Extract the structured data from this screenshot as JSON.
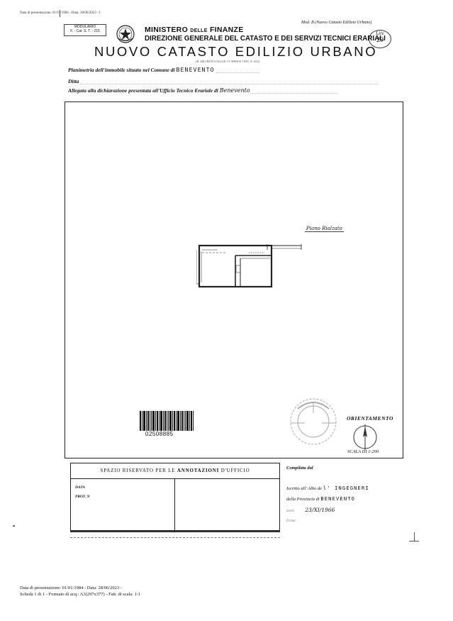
{
  "header": {
    "top_note": "Data di presentazione: 01/01/1984 - Data: 28/06/2023 - I",
    "modulario_line1": "MODULARIO",
    "modulario_line2": "F. - Cat. S. T. - 215",
    "ministry_a": "MINISTERO",
    "ministry_b": "DELLE",
    "ministry_c": "FINANZE",
    "direction": "DIREZIONE GENERALE DEL CATASTO E DEI SERVIZI TECNICI ERARIALI",
    "model_ref": "Mod. B (Nuovo Catasto Edilizio Urbano)",
    "stamp_label": "Lire",
    "stamp_value": "20",
    "title": "NUOVO CATASTO EDILIZIO URBANO",
    "decree": "(R. DECRETO-LEGGE 13 APRILE 1939, N. 652)"
  },
  "form": {
    "planimetria_label": "Planimetria dell'immobile situato nel Comune di",
    "comune_value": "BENEVENTO",
    "ditta_label": "Ditta",
    "allegata_label": "Allegata alla dichiarazione presentata all'Ufficio Tecnico Erariale di",
    "ufficio_value": "Benevento"
  },
  "plan": {
    "floor_label": "Piano Rialzato"
  },
  "barcode": {
    "number": "02508885"
  },
  "orientation": {
    "label": "ORIENTAMENTO",
    "scale": "SCALA DI 1:200"
  },
  "annotations": {
    "heading_a": "SPAZIO RISERVATO PER LE",
    "heading_b": "ANNOTAZIONI",
    "heading_c": "D'UFFICIO",
    "data_label": "DATA",
    "prot_label": "PROT. N"
  },
  "compiler": {
    "compiled_label": "Compilata dal",
    "albo_label": "Iscritto all' Albo de",
    "albo_value": "l' INGEGNERI",
    "prov_label": "della Provincia di",
    "prov_value": "BENEVENTO",
    "data_label": "DATA",
    "data_value": "23/XI/1966",
    "firma_label": "Firma:"
  },
  "footer": {
    "line1": "Data di presentazione: 01/01/1984 - Data: 28/06/2023 -",
    "line2": "Scheda 1 di 1 - Formato di acq.: A3(297x377) - Fatt. di scala: 1:1"
  }
}
